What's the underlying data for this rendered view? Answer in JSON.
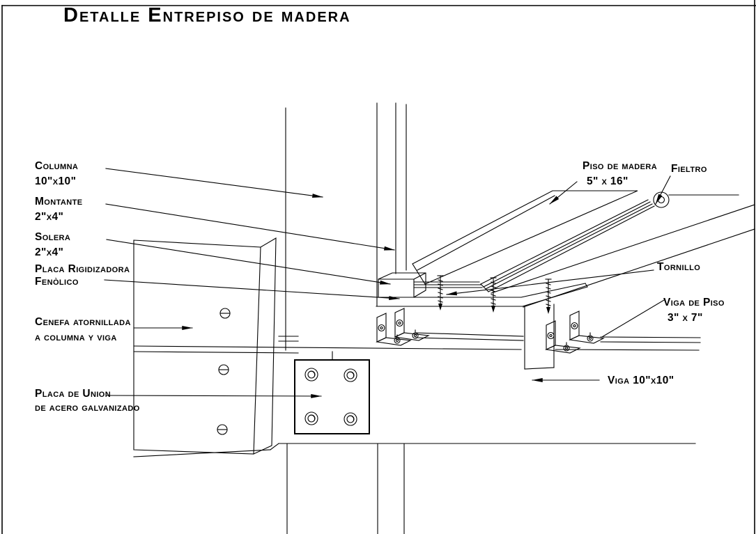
{
  "title": "Detalle Entrepiso de madera",
  "annotations": {
    "columna": {
      "line1": "Columna",
      "line2": "10\"x10\""
    },
    "montante": {
      "line1": "Montante",
      "line2": "2\"x4\""
    },
    "solera": {
      "line1": "Solera",
      "line2": "2\"x4\""
    },
    "placa_rigidizadora": {
      "line1": "Placa Rigidizadora",
      "line2": "Fenòlico"
    },
    "cenefa": {
      "line1": "Cenefa atornillada",
      "line2": "a columna y viga"
    },
    "placa_union": {
      "line1": "Placa de Union",
      "line2": "de acero galvanizado"
    },
    "piso_madera": {
      "line1": "Piso de madera",
      "line2": "5\" x 16\""
    },
    "fieltro": {
      "line1": "Fieltro"
    },
    "tornillo": {
      "line1": "Tornillo"
    },
    "viga_piso": {
      "line1": "Viga de Piso",
      "line2": "3\" x 7\""
    },
    "viga": {
      "line1": "Viga 10\"x10\""
    }
  },
  "colors": {
    "ink": "#000000",
    "paper": "#ffffff"
  }
}
